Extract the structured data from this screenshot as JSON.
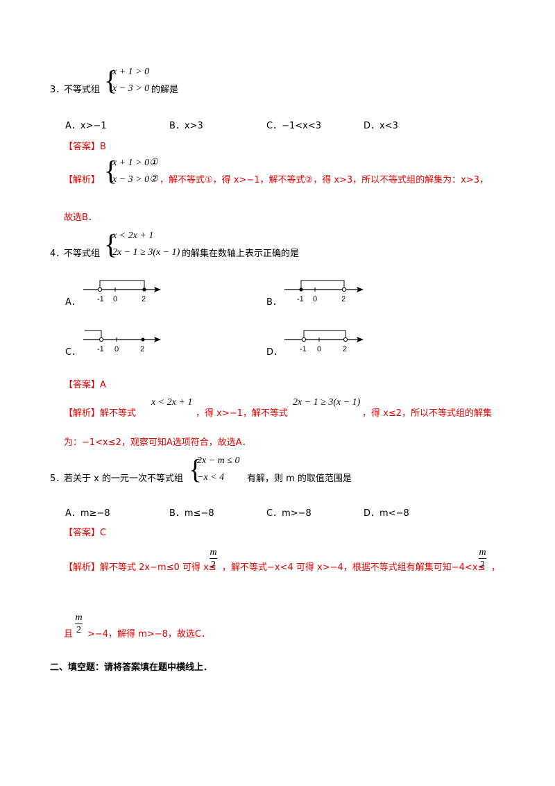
{
  "q3": {
    "number": "3．",
    "stem_prefix": "不等式组",
    "sys_line1": "x + 1 > 0",
    "sys_line2": "x − 3 > 0",
    "stem_suffix": "的解是",
    "options": [
      "A．x>−1",
      "B．x>3",
      "C．−1<x<3",
      "D．x<3"
    ],
    "answer": "【答案】B",
    "analysis_label": "【解析】",
    "analysis_line1": "x + 1 > 0①",
    "analysis_line2": "x − 3 > 0②",
    "analysis_text": "，解不等式①，得 x>−1，解不等式②，得 x>3，所以不等式组的解集为：x>3，",
    "analysis_end": "故选B．"
  },
  "q4": {
    "number": "4．",
    "stem_prefix": "不等式组",
    "sys_line1": "x < 2x + 1",
    "sys_line2": "2x − 1 ≥ 3(x − 1)",
    "stem_suffix": "的解集在数轴上表示正确的是",
    "option_labels": [
      "A．",
      "B．",
      "C．",
      "D．"
    ],
    "tick_labels": [
      "-1",
      "0",
      "2"
    ],
    "answer": "【答案】A",
    "analysis_label": "【解析】解不等式",
    "expr1": "x < 2x + 1",
    "mid1": "，得 x>−1，解不等式",
    "expr2": "2x − 1 ≥ 3(x − 1)",
    "mid2": "，得 x≤2，所以不等式组的解集",
    "analysis_line2": "为：−1<x≤2，观察可知A选项符合，故选A．"
  },
  "q5": {
    "number": "5．",
    "stem_prefix": "若关于 x 的一元一次不等式组",
    "sys_line1": "2x − m ≤ 0",
    "sys_line2": "−x < 4",
    "stem_suffix": "有解，则 m 的取值范围是",
    "options": [
      "A．m≥−8",
      "B．m≤−8",
      "C．m>−8",
      "D．m<−8"
    ],
    "answer": "【答案】C",
    "analysis_a": "【解析】解不等式 2x−m≤0 可得 x≤",
    "analysis_b": "，解不等式−x<4 可得 x>−4，根据不等式组有解集可知−4<x≤",
    "analysis_c": "，",
    "frac_num": "m",
    "frac_den": "2",
    "line2_a": "且",
    "line2_b": ">−4，解得 m>−8，故选C．"
  },
  "section2": {
    "title": "二、填空题：请将答案填在题中横线上．"
  }
}
